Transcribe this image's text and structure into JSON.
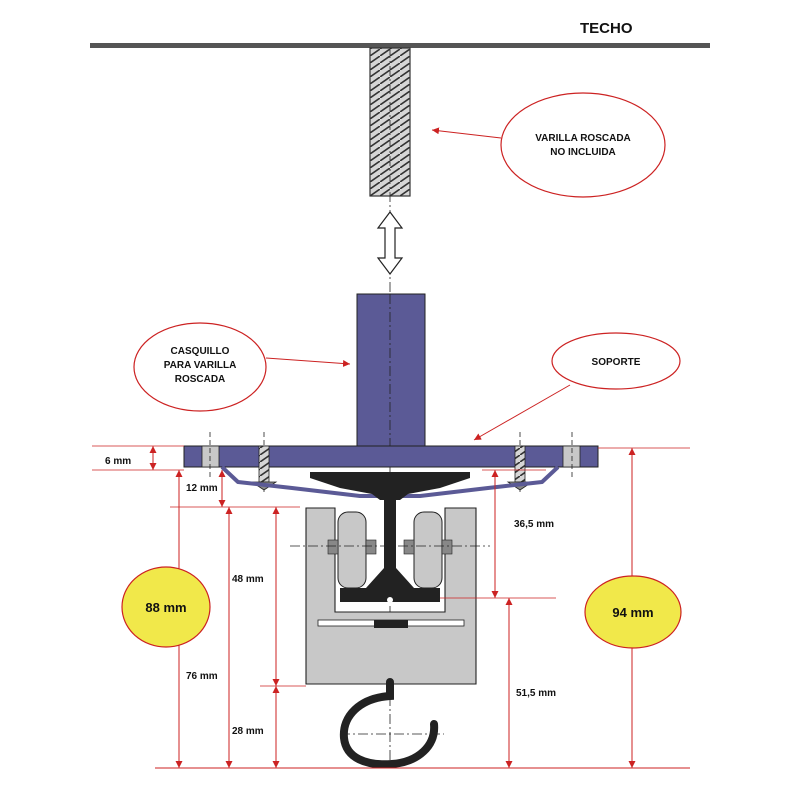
{
  "title": "TECHO",
  "callouts": {
    "rod": [
      "VARILLA ROSCADA",
      "NO INCLUIDA"
    ],
    "bushing": [
      "CASQUILLO",
      "PARA VARILLA",
      "ROSCADA"
    ],
    "bracket": [
      "SOPORTE"
    ]
  },
  "dimensions": {
    "plate_thickness": "6 mm",
    "gap_top": "12 mm",
    "wheel_drop": "36,5 mm",
    "carriage_height": "48 mm",
    "left_lower": "76 mm",
    "hook_height": "28 mm",
    "right_lower": "51,5 mm",
    "total_left": "88 mm",
    "total_right": "94 mm"
  },
  "colors": {
    "plate": "#5b5a96",
    "carriage": "#c8c8c8",
    "dimension": "#cc2222",
    "highlight": "#f1e84a",
    "ceiling": "#555555"
  }
}
